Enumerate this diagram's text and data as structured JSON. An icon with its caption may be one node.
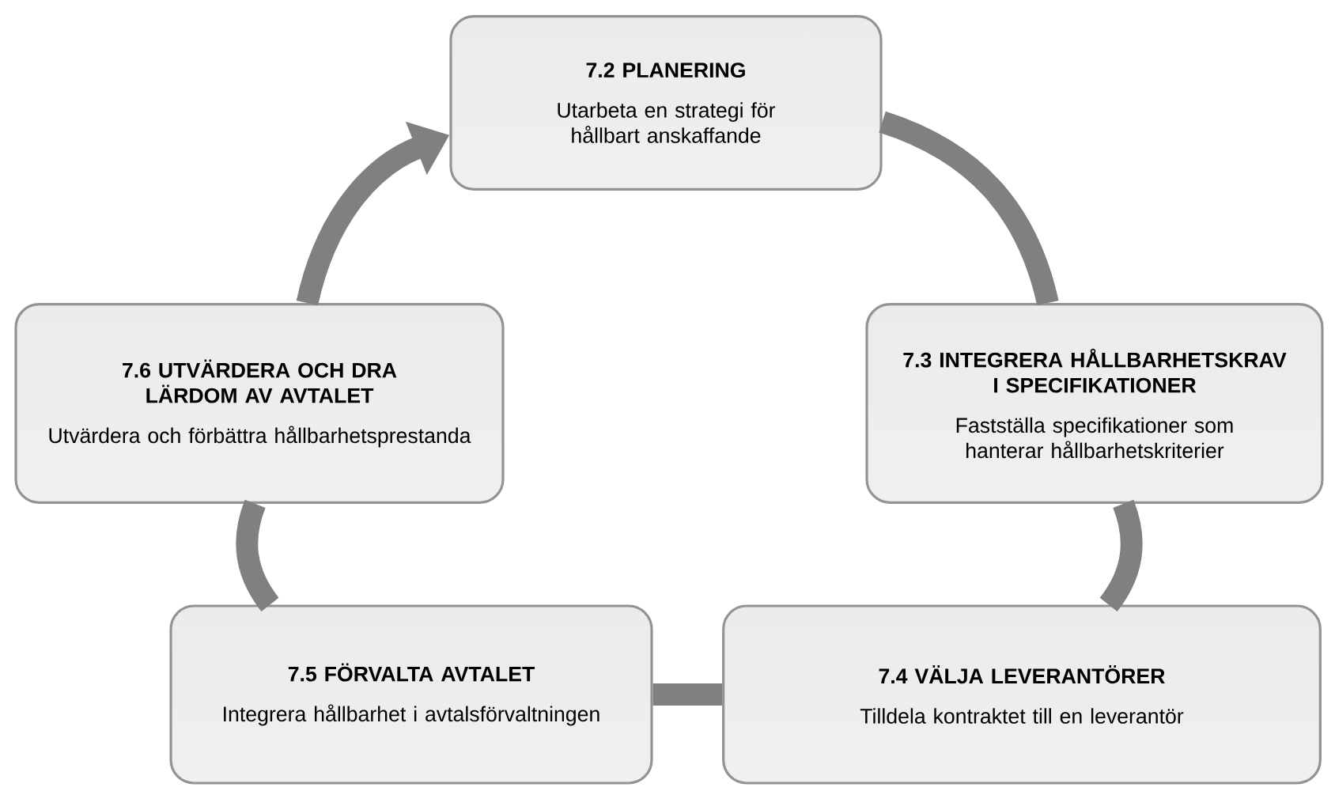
{
  "diagram": {
    "nodes": [
      {
        "text": [
          "7.2 PLANERING",
          "Utarbeta en strategi för hållbart anskaffande"
        ]
      },
      {
        "text": [
          "7.3 INTEGRERA HÅLLBARHETSKRAV I SPECIFIKATIONER",
          "Fastställa specifikationer som hanterar hållbarhetskriterier"
        ]
      },
      {
        "text": [
          "7.4 VÄLJA LEVERANTÖRER",
          "Tilldela kontraktet till en leverantör"
        ]
      },
      {
        "text": [
          "7.5 FÖRVALTA AVTALET",
          "Integrera hållbarhet i avtalsförvaltningen"
        ]
      },
      {
        "text": [
          "7.6 UTVÄRDERA OCH DRA LÄRDOM AV AVTALET",
          "Utvärdera och förbättra hållbarhetsprestanda"
        ]
      }
    ],
    "edges": [
      {
        "from": 0,
        "to": 1,
        "arrow": "none"
      },
      {
        "from": 1,
        "to": 2,
        "arrow": "none"
      },
      {
        "from": 2,
        "to": 3,
        "arrow": "none"
      },
      {
        "from": 3,
        "to": 4,
        "arrow": "none"
      },
      {
        "from": 4,
        "to": 0,
        "arrow": "to"
      }
    ]
  }
}
